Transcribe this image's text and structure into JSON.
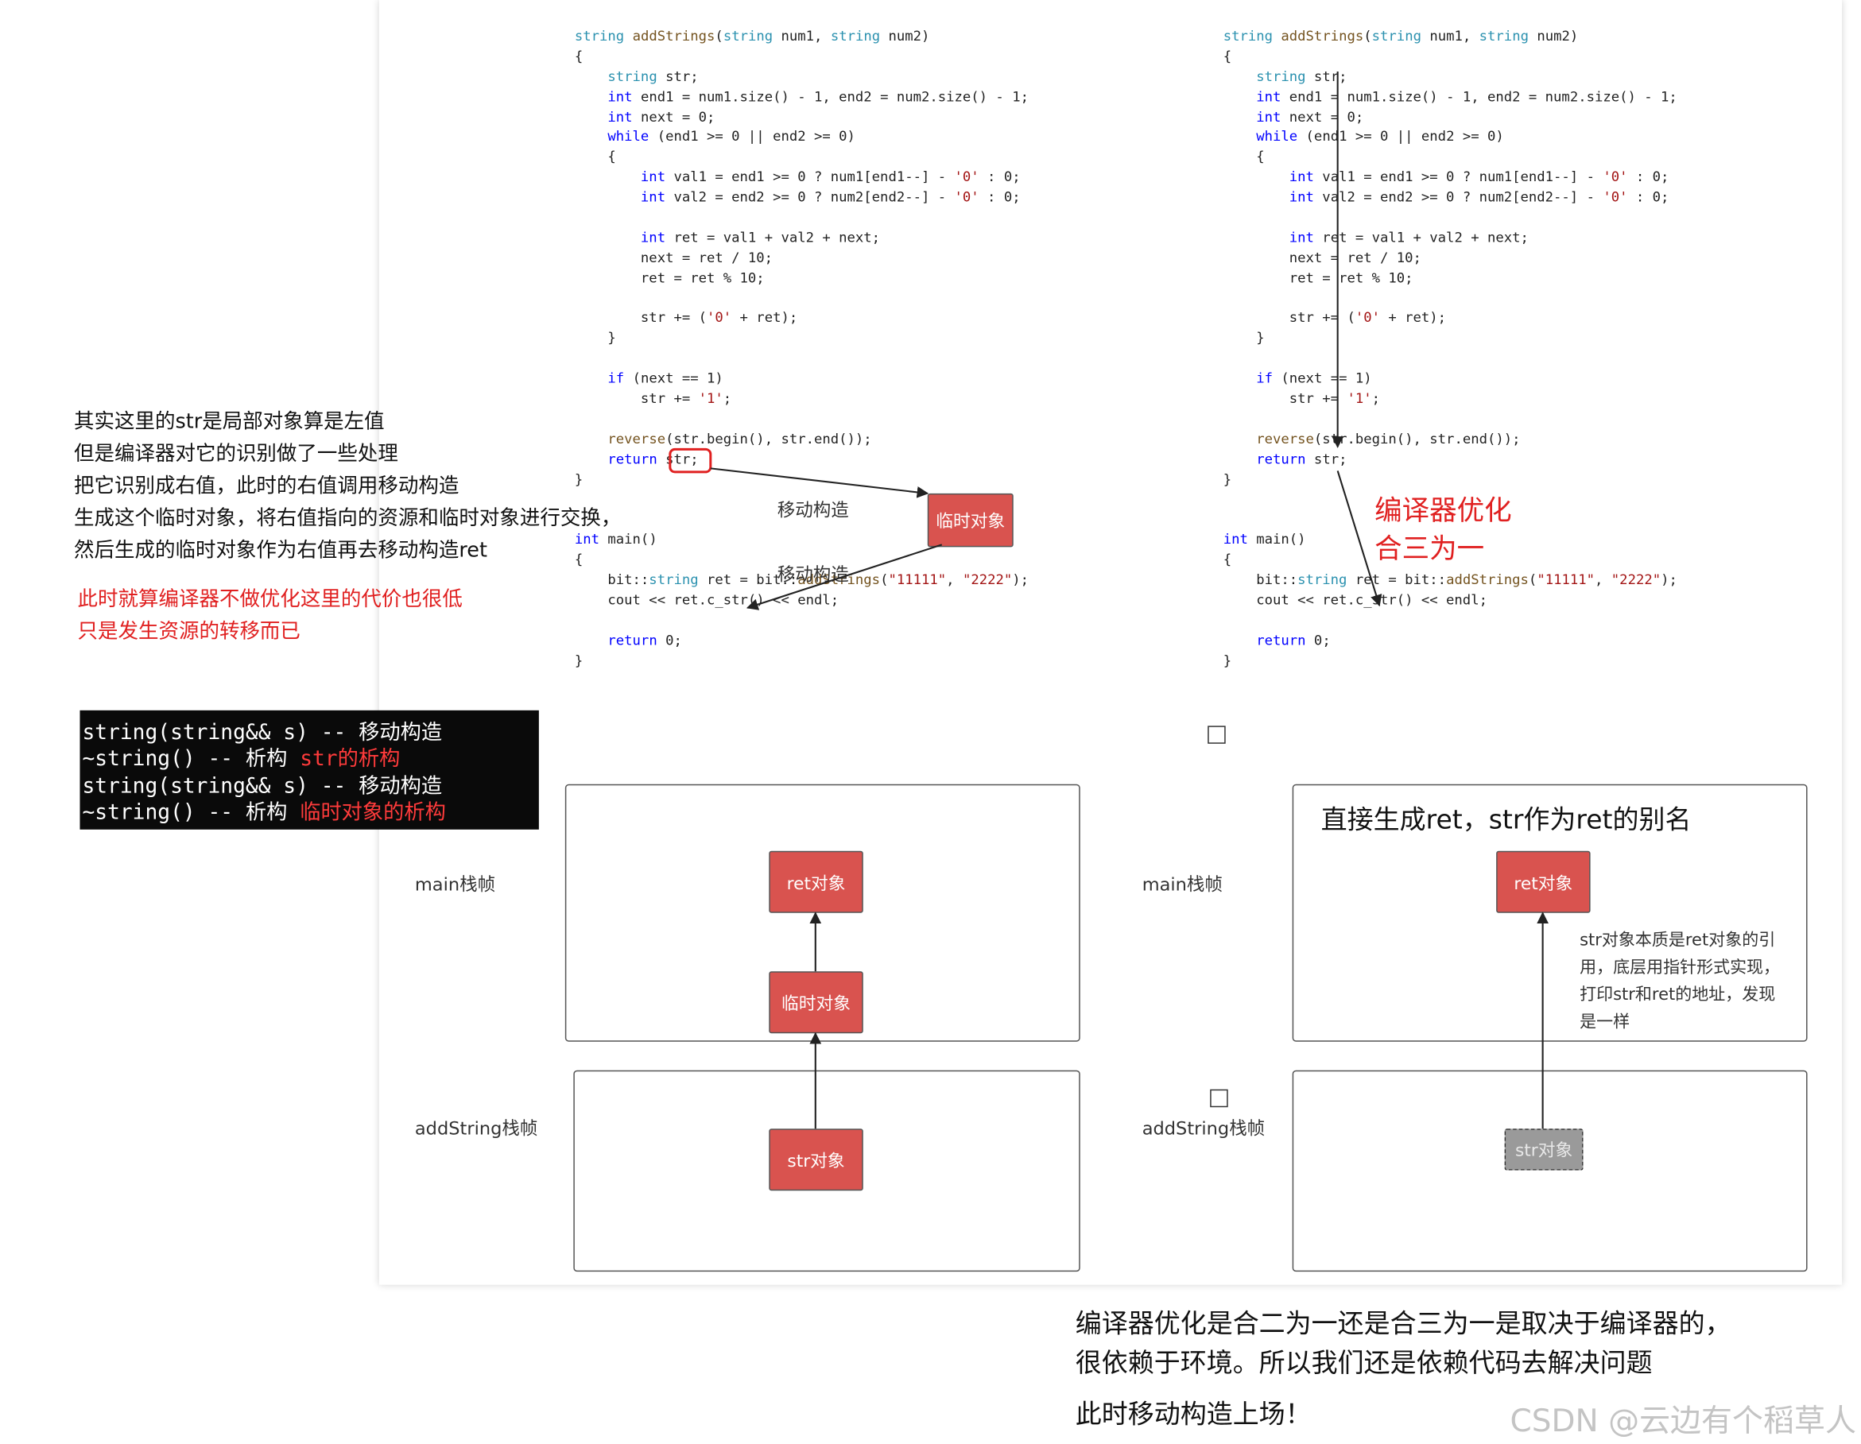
{
  "code_left": [
    "string addStrings(string num1, string num2)",
    "{",
    "    string str;",
    "    int end1 = num1.size() - 1, end2 = num2.size() - 1;",
    "    int next = 0;",
    "    while (end1 >= 0 || end2 >= 0)",
    "    {",
    "        int val1 = end1 >= 0 ? num1[end1--] - '0' : 0;",
    "        int val2 = end2 >= 0 ? num2[end2--] - '0' : 0;",
    "",
    "        int ret = val1 + val2 + next;",
    "        next = ret / 10;",
    "        ret = ret % 10;",
    "",
    "        str += ('0' + ret);",
    "    }",
    "",
    "    if (next == 1)",
    "        str += '1';",
    "",
    "    reverse(str.begin(), str.end());",
    "    return str;",
    "}",
    "",
    "",
    "int main()",
    "{",
    "    bit::string ret = bit::addStrings(\"11111\", \"2222\");",
    "    cout << ret.c_str() << endl;",
    "",
    "    return 0;",
    "}"
  ],
  "code_right": [
    "string addStrings(string num1, string num2)",
    "{",
    "    string str;",
    "    int end1 = num1.size() - 1, end2 = num2.size() - 1;",
    "    int next = 0;",
    "    while (end1 >= 0 || end2 >= 0)",
    "    {",
    "        int val1 = end1 >= 0 ? num1[end1--] - '0' : 0;",
    "        int val2 = end2 >= 0 ? num2[end2--] - '0' : 0;",
    "",
    "        int ret = val1 + val2 + next;",
    "        next = ret / 10;",
    "        ret = ret % 10;",
    "",
    "        str += ('0' + ret);",
    "    }",
    "",
    "    if (next == 1)",
    "        str += '1';",
    "",
    "    reverse(str.begin(), str.end());",
    "    return str;",
    "}",
    "",
    "",
    "int main()",
    "{",
    "    bit::string ret = bit::addStrings(\"11111\", \"2222\");",
    "    cout << ret.c_str() << endl;",
    "",
    "    return 0;",
    "}"
  ],
  "left_note": [
    "其实这里的str是局部对象算是左值",
    "但是编译器对它的识别做了一些处理",
    "把它识别成右值，此时的右值调用移动构造",
    "生成这个临时对象，将右值指向的资源和临时对象进行交换，",
    "然后生成的临时对象作为右值再去移动构造ret"
  ],
  "left_note_red": [
    "此时就算编译器不做优化这里的代价也很低",
    "只是发生资源的转移而已"
  ],
  "terminal_rows": [
    {
      "code": "string(string&& s) -- ",
      "note": "移动构造",
      "red": ""
    },
    {
      "code": "~string() -- ",
      "note": "析构 ",
      "red": "str的析构"
    },
    {
      "code": "string(string&& s) -- ",
      "note": "移动构造",
      "red": ""
    },
    {
      "code": "~string() -- ",
      "note": "析构 ",
      "red": "临时对象的析构"
    }
  ],
  "arrows_left": {
    "move1": "移动构造",
    "move2": "移动构造",
    "temp_box": "临时对象"
  },
  "right_red": [
    "编译器优化",
    "合三为一"
  ],
  "frames_left": {
    "main_label": "main栈帧",
    "add_label": "addString栈帧",
    "ret": "ret对象",
    "temp": "临时对象",
    "str": "str对象"
  },
  "frames_right": {
    "main_label": "main栈帧",
    "add_label": "addString栈帧",
    "title": "直接生成ret，str作为ret的别名",
    "ret": "ret对象",
    "str": "str对象",
    "note": [
      "str对象本质是ret对象的引",
      "用，底层用指针形式实现，",
      "打印str和ret的地址，发现",
      "是一样"
    ]
  },
  "bottom_note": [
    "编译器优化是合二为一还是合三为一是取决于编译器的，",
    "很依赖于环境。所以我们还是依赖代码去解决问题",
    "此时移动构造上场！"
  ],
  "watermark": "CSDN @云边有个稻草人"
}
